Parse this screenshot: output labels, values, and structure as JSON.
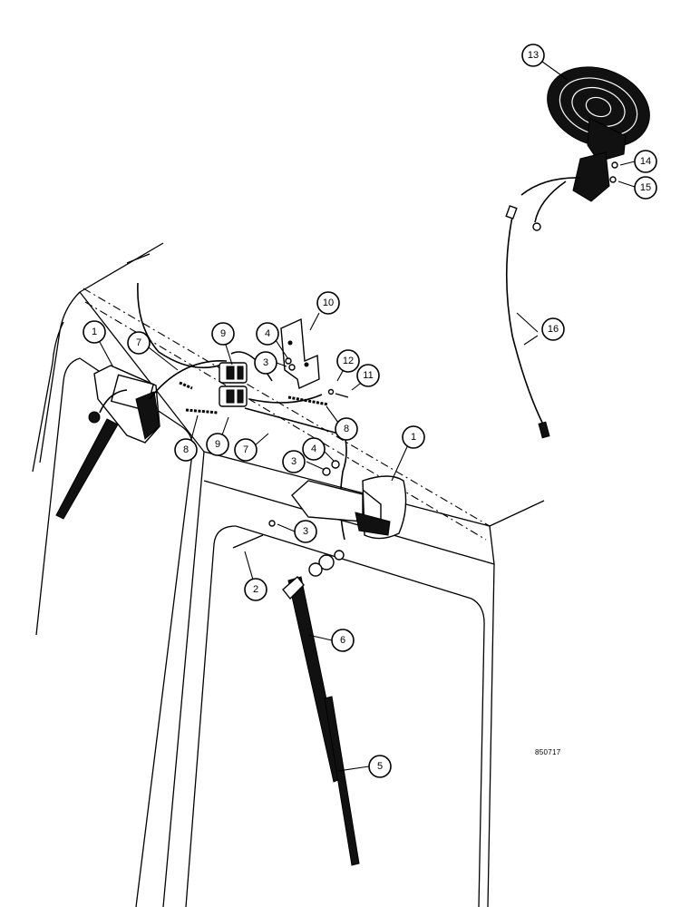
{
  "figure": {
    "reference_code": "850717",
    "callouts": [
      "1",
      "1",
      "2",
      "3",
      "3",
      "3",
      "4",
      "4",
      "5",
      "6",
      "7",
      "7",
      "8",
      "8",
      "9",
      "9",
      "10",
      "11",
      "12",
      "13",
      "14",
      "15",
      "16",
      "16"
    ]
  }
}
